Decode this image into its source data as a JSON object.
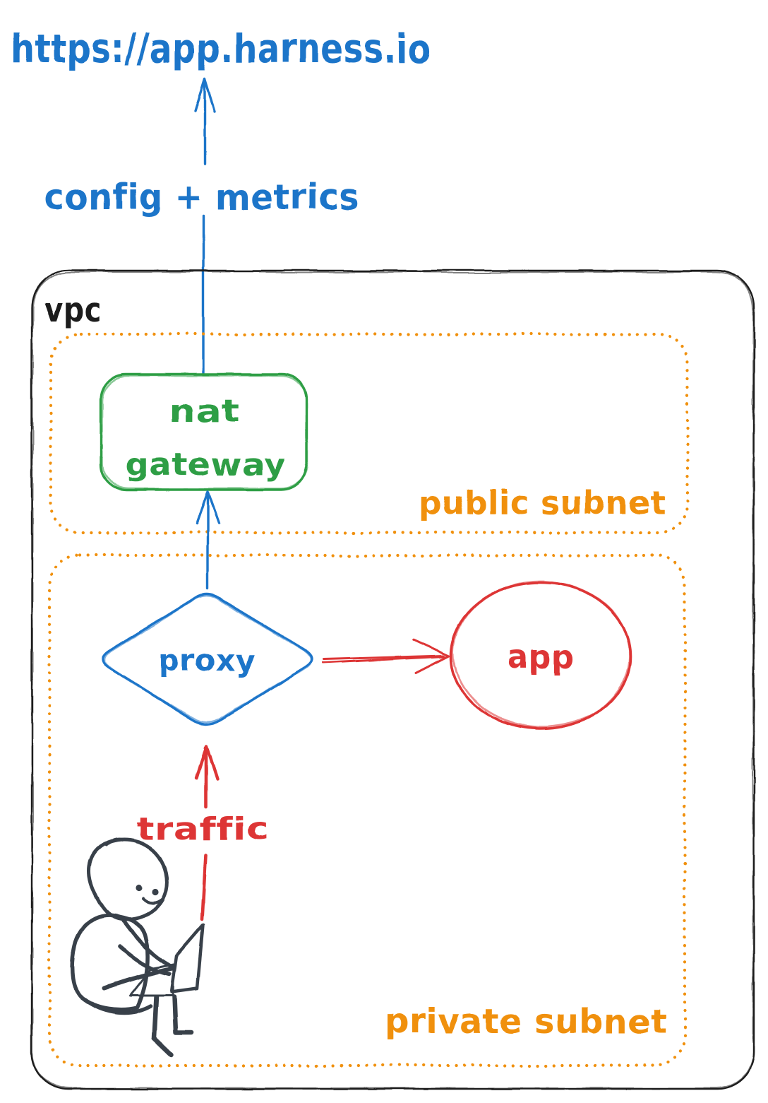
{
  "palette": {
    "blue": "#1e74c9",
    "green": "#2f9e44",
    "orange": "#f0900a",
    "red": "#dd3434",
    "ink": "#1e1e1e",
    "figure_ink": "#39404a"
  },
  "external_endpoint": {
    "url_label": "https://app.harness.io"
  },
  "arrows": {
    "config_metrics_label": "config + metrics",
    "traffic_label": "traffic"
  },
  "vpc": {
    "label": "vpc",
    "public_subnet": {
      "label": "public subnet",
      "nat_gateway": {
        "label_line1": "nat",
        "label_line2": "gateway"
      }
    },
    "private_subnet": {
      "label": "private subnet",
      "proxy_label": "proxy",
      "app_label": "app"
    }
  }
}
